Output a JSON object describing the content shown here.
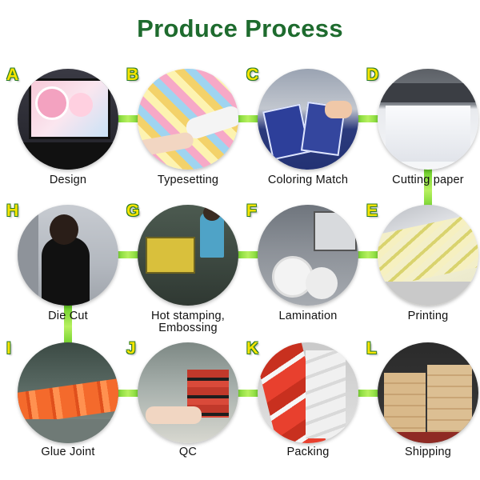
{
  "title": "Produce Process",
  "colors": {
    "title": "#1e6b2e",
    "connector": "#7fdb2a",
    "letter": "#f5e400"
  },
  "steps": [
    {
      "letter": "A",
      "label": "Design"
    },
    {
      "letter": "B",
      "label": "Typesetting"
    },
    {
      "letter": "C",
      "label": "Coloring Match"
    },
    {
      "letter": "D",
      "label": "Cutting paper"
    },
    {
      "letter": "E",
      "label": "Printing"
    },
    {
      "letter": "F",
      "label": "Lamination"
    },
    {
      "letter": "G",
      "label": "Hot stamping,",
      "label2": "Embossing"
    },
    {
      "letter": "H",
      "label": "Die Cut"
    },
    {
      "letter": "I",
      "label": "Glue Joint"
    },
    {
      "letter": "J",
      "label": "QC"
    },
    {
      "letter": "K",
      "label": "Packing"
    },
    {
      "letter": "L",
      "label": "Shipping"
    }
  ]
}
